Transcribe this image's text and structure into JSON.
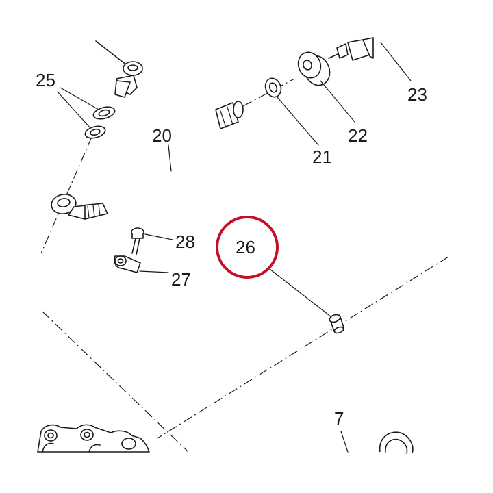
{
  "callouts": [
    {
      "id": "20",
      "label": "20"
    },
    {
      "id": "21",
      "label": "21"
    },
    {
      "id": "22",
      "label": "22"
    },
    {
      "id": "23",
      "label": "23"
    },
    {
      "id": "25",
      "label": "25"
    },
    {
      "id": "26",
      "label": "26"
    },
    {
      "id": "27",
      "label": "27"
    },
    {
      "id": "28",
      "label": "28"
    },
    {
      "id": "7",
      "label": "7"
    }
  ],
  "highlight": {
    "callout": "26",
    "color": "#c40f2b"
  },
  "colors": {
    "ink": "#1a1a1a",
    "highlight": "#c40f2b",
    "background": "#ffffff"
  }
}
